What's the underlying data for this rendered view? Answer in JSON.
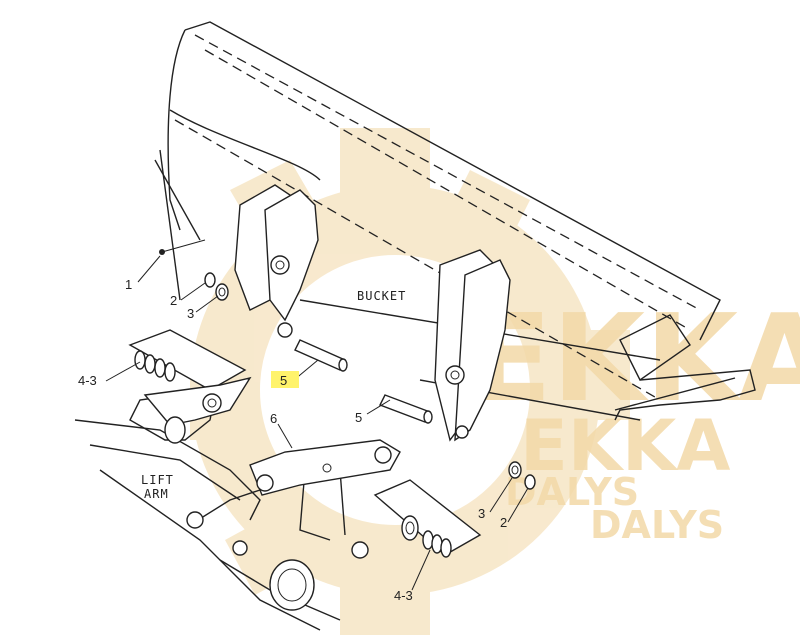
{
  "watermark": {
    "brand_top": "EKKA",
    "brand_small": "EKKA",
    "sub": "DALYS",
    "color": "#f3d9a8"
  },
  "labels": {
    "bucket": "BUCKET",
    "lift_arm_1": "LIFT",
    "lift_arm_2": "ARM",
    "callout_1": "1",
    "callout_2a": "2",
    "callout_3a": "3",
    "callout_4_3a": "4-3",
    "callout_5_highlight": "5",
    "callout_5b": "5",
    "callout_6": "6",
    "callout_3b": "3",
    "callout_2b": "2",
    "callout_4_3b": "4-3"
  },
  "highlight_color": "#fff36b"
}
